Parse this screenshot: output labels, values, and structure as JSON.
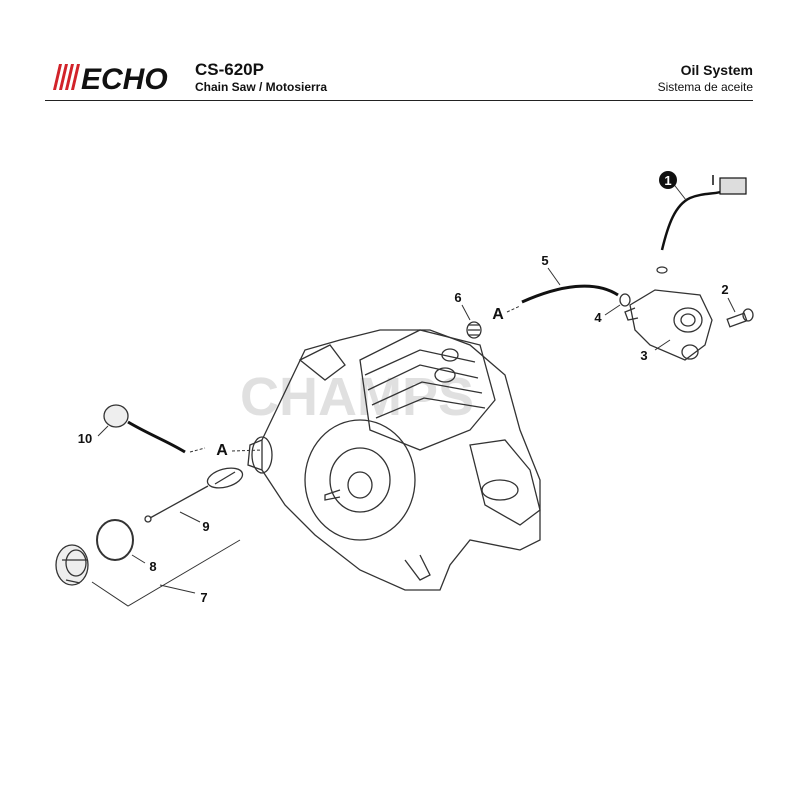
{
  "header": {
    "brand": "ECHO",
    "model": "CS-620P",
    "subtitle": "Chain Saw / Motosierra",
    "section_title": "Oil System",
    "section_subtitle": "Sistema de aceite"
  },
  "watermark": "CHAMPS",
  "callouts": {
    "c1": "1",
    "c2": "2",
    "c3": "3",
    "c4": "4",
    "c5": "5",
    "c6": "6",
    "c7": "7",
    "c8": "8",
    "c9": "9",
    "c10": "10"
  },
  "refs": {
    "a_upper": "A",
    "a_lower": "A"
  },
  "colors": {
    "brand_red": "#d2232a",
    "ink": "#111111",
    "line": "#333333"
  }
}
